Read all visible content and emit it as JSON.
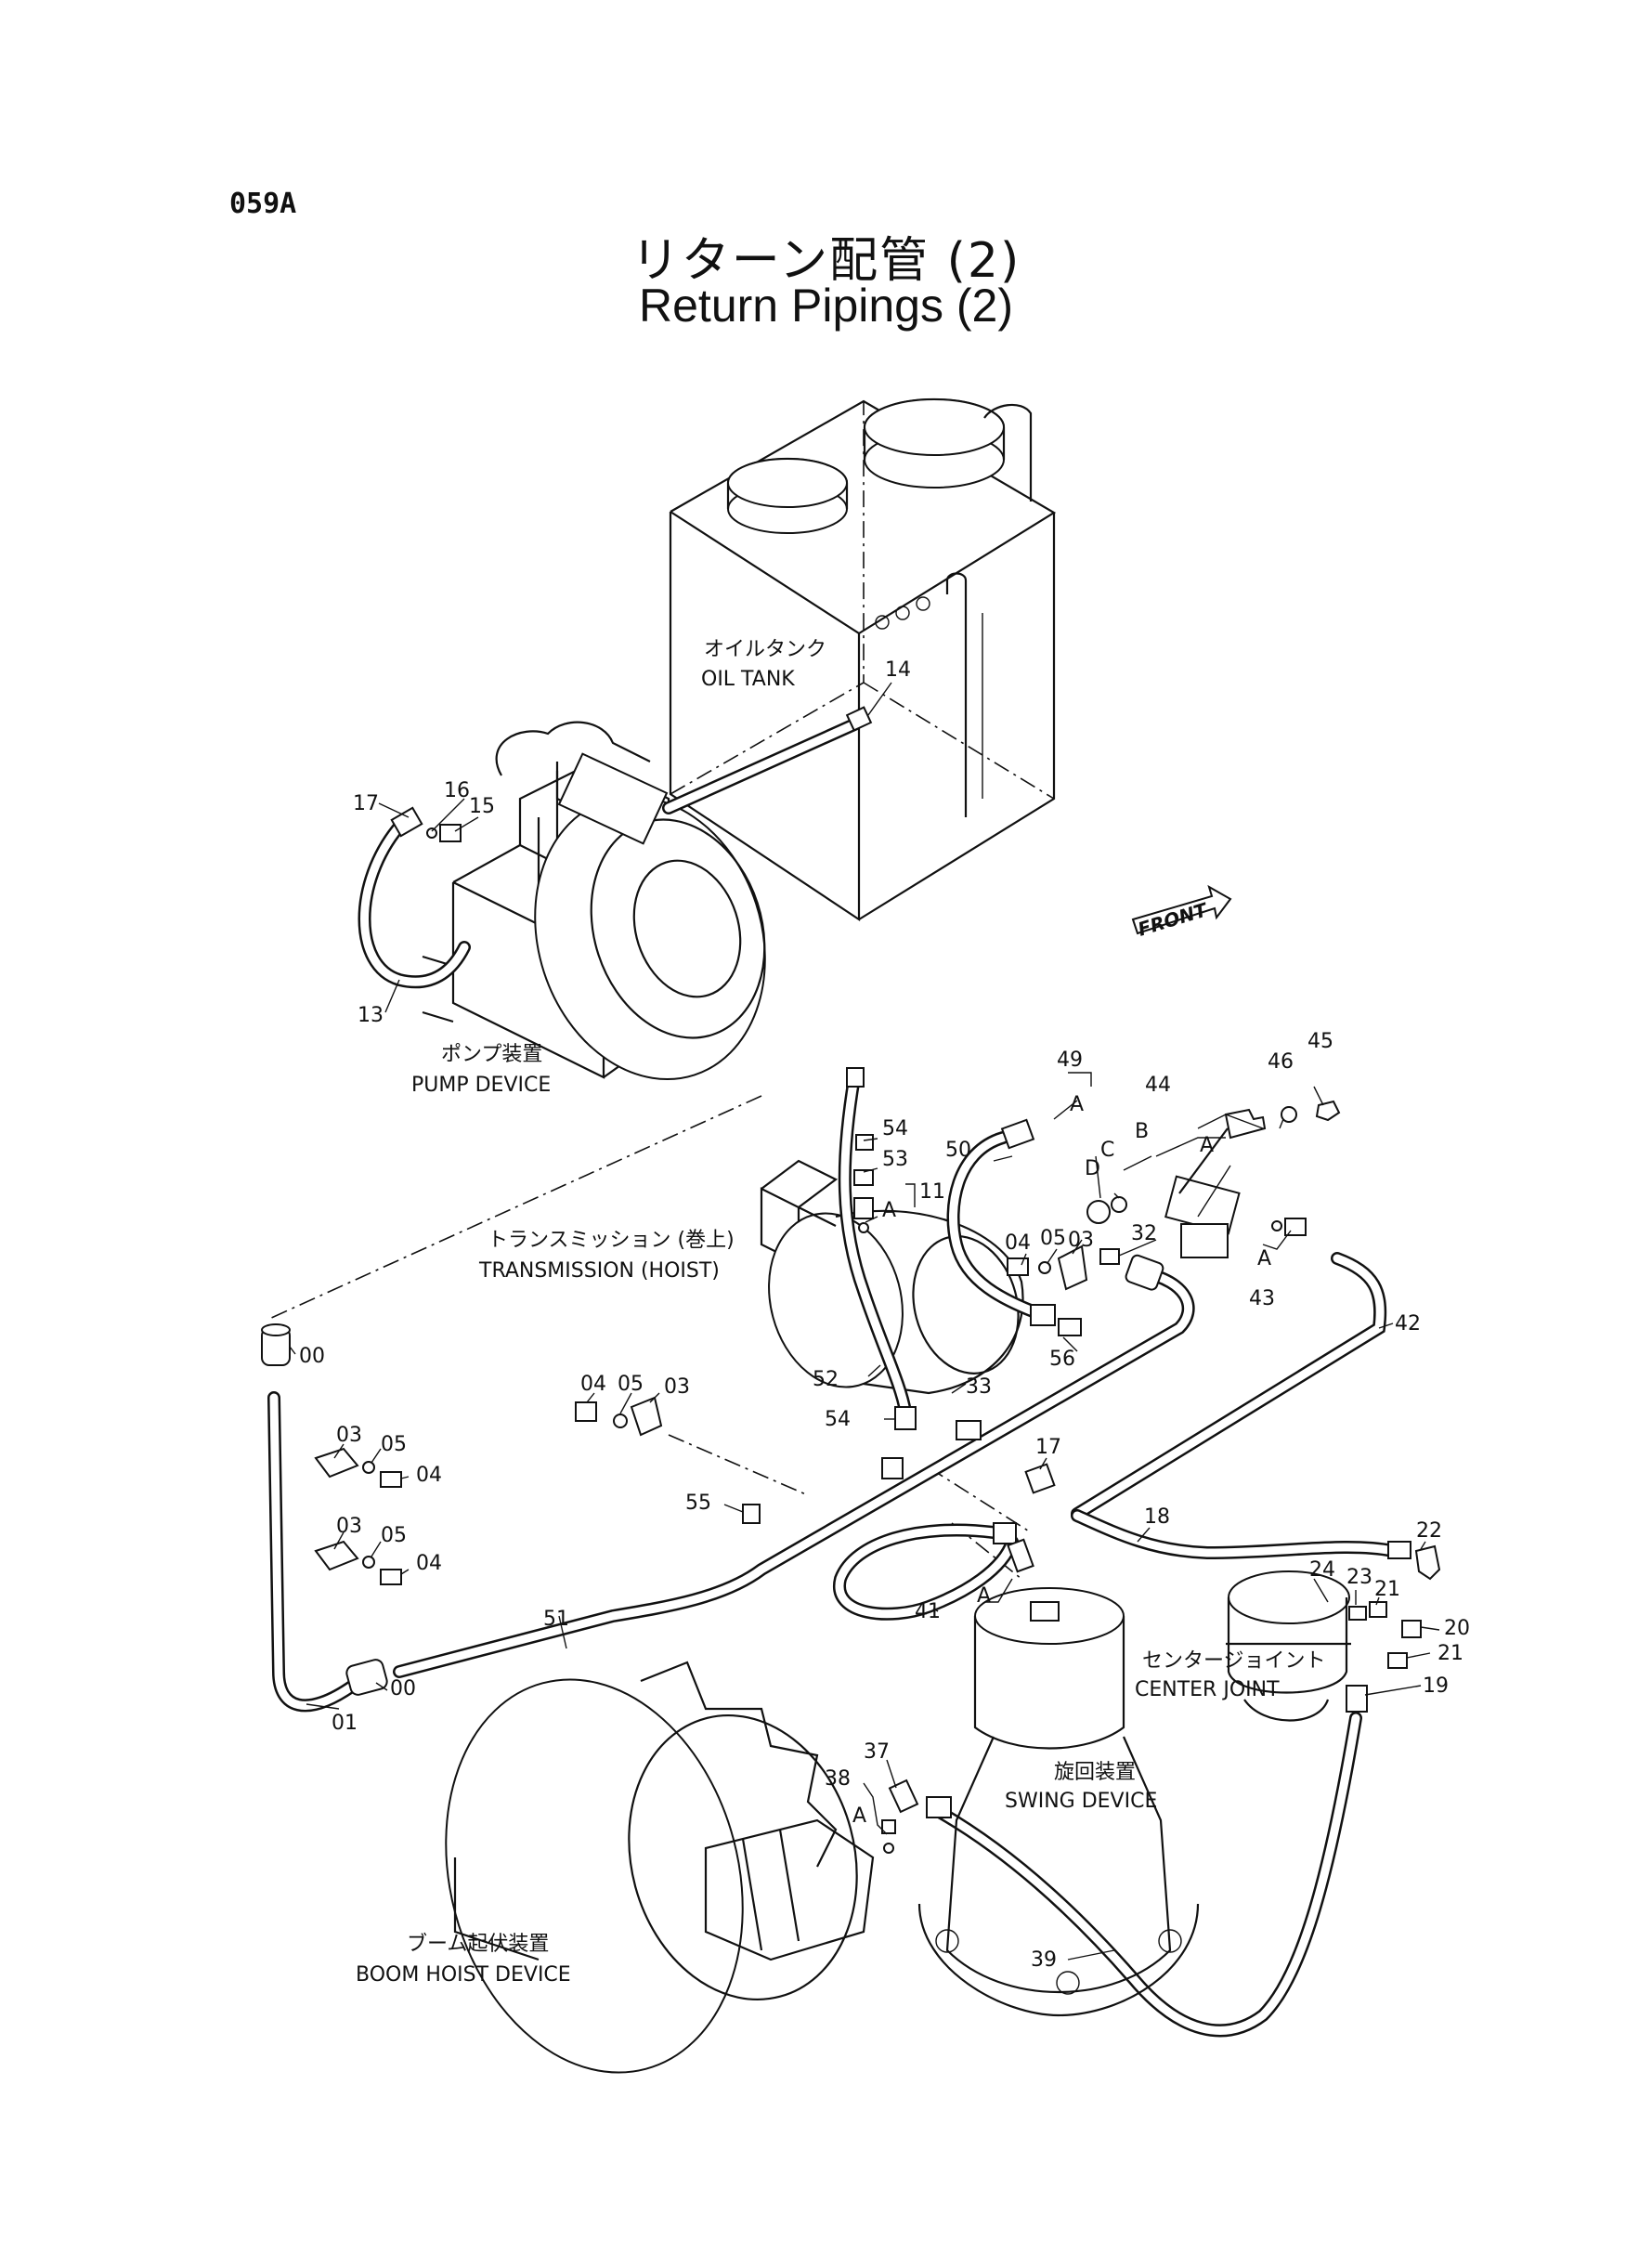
{
  "header": {
    "sheet_code": "059A",
    "title_jp": "リターン配管 (2)",
    "title_en": "Return Pipings (2)"
  },
  "components": {
    "oil_tank": {
      "jp": "オイルタンク",
      "en": "OIL TANK"
    },
    "pump_device": {
      "jp": "ポンプ装置",
      "en": "PUMP DEVICE"
    },
    "transmission": {
      "jp": "トランスミッション (巻上)",
      "en": "TRANSMISSION (HOIST)"
    },
    "center_joint": {
      "jp": "センタージョイント",
      "en": "CENTER JOINT"
    },
    "swing_device": {
      "jp": "旋回装置",
      "en": "SWING DEVICE"
    },
    "boom_hoist": {
      "jp": "ブーム起伏装置",
      "en": "BOOM HOIST DEVICE"
    }
  },
  "front_arrow": "FRONT",
  "callouts": {
    "c14": "14",
    "c17a": "17",
    "c16": "16",
    "c15": "15",
    "c13": "13",
    "c49": "49",
    "cA49": "A",
    "c44": "44",
    "cA44": "A",
    "c45": "45",
    "c46": "46",
    "cD": "D",
    "cC": "C",
    "cB": "B",
    "cA43": "A",
    "c43": "43",
    "c54a": "54",
    "c53": "53",
    "c11": "11",
    "cA11": "A",
    "c50": "50",
    "c04a": "04",
    "c05a": "05",
    "c03a": "03",
    "c32": "32",
    "c42": "42",
    "c00a": "00",
    "c56": "56",
    "c52": "52",
    "c33": "33",
    "c54b": "54",
    "c04b": "04",
    "c05b": "05",
    "c03b": "03",
    "c03c": "03",
    "c05c": "05",
    "c04c": "04",
    "c03d": "03",
    "c05d": "05",
    "c04d": "04",
    "c55": "55",
    "c17b": "17",
    "c18": "18",
    "c22": "22",
    "c51": "51",
    "c41": "41",
    "cA41": "A",
    "c24": "24",
    "c23": "23",
    "c21a": "21",
    "c20": "20",
    "c21b": "21",
    "c19": "19",
    "c00b": "00",
    "c01": "01",
    "c37": "37",
    "c38": "38",
    "cA38": "A",
    "c39": "39"
  }
}
